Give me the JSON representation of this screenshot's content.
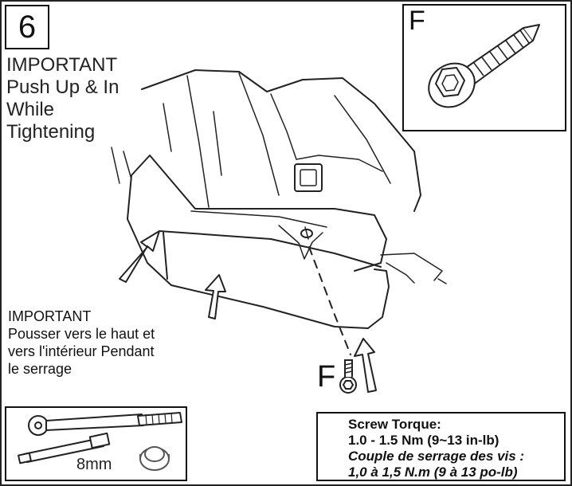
{
  "step": {
    "number": "6"
  },
  "important_en": {
    "heading": "IMPORTANT",
    "lines": [
      "Push Up & In",
      "While",
      "Tightening"
    ]
  },
  "important_fr": {
    "heading": "IMPORTANT",
    "lines": [
      "Pousser vers le haut et",
      "vers l'intérieur Pendant",
      "le serrage"
    ]
  },
  "detail": {
    "letter": "F",
    "icon": "hex-head-screw-icon"
  },
  "callout": {
    "letter": "F"
  },
  "tools": {
    "socket_size": "8mm",
    "icons": [
      "ratchet-icon",
      "extension-bar-icon",
      "socket-icon"
    ]
  },
  "torque": {
    "title_en": "Screw Torque:",
    "value_en": "1.0 - 1.5 Nm (9~13 in-lb)",
    "title_fr": "Couple de serrage des vis :",
    "value_fr": "1,0 à 1,5 N.m (9 à 13 po-lb)"
  }
}
